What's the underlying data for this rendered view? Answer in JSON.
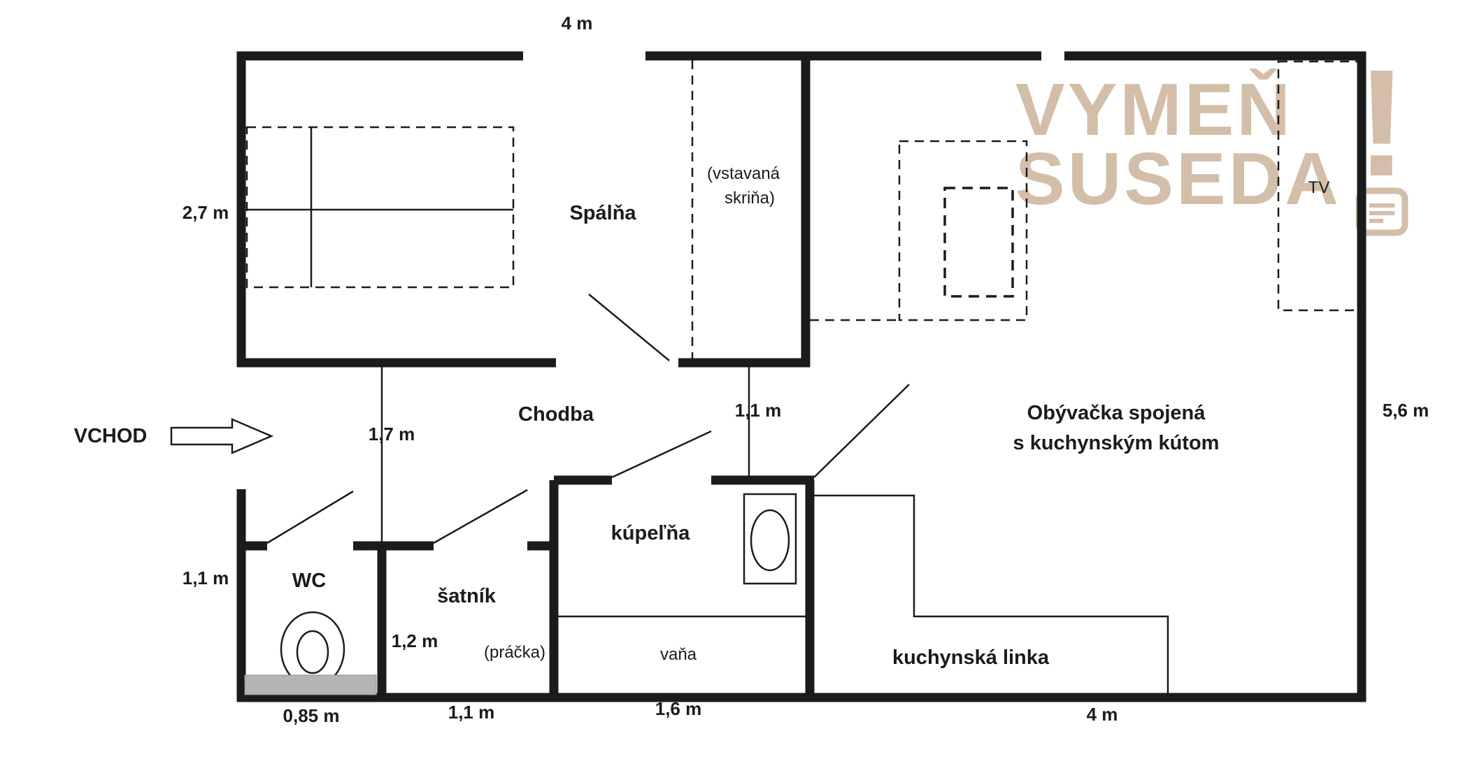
{
  "watermark": {
    "word1": "VYMEŇ",
    "word2": "SUSEDA",
    "bang": "!"
  },
  "labels": {
    "entrance": "VCHOD",
    "bedroom": "Spálňa",
    "hallway": "Chodba",
    "wc": "WC",
    "closet": "šatník",
    "bathroom": "kúpeľňa",
    "bathtub": "vaňa",
    "washer": "(práčka)",
    "wardrobe_line1": "(vstavaná",
    "wardrobe_line2": "skriňa)",
    "living_line1": "Obývačka spojená",
    "living_line2": "s kuchynským kútom",
    "kitchen": "kuchynská linka",
    "tv": "TV"
  },
  "dimensions": {
    "top_width": "4 m",
    "bedroom_depth": "2,7 m",
    "hallway": "1,7 m",
    "bath_entry": "1,1 m",
    "right_height": "5,6 m",
    "wc_height": "1,1 m",
    "closet_depth": "1,2 m",
    "wc_width": "0,85 m",
    "closet_width": "1,1 m",
    "bath_width": "1,6 m",
    "kitchen_width": "4 m"
  },
  "colors": {
    "wall": "#1b1b1b",
    "watermark": "#d2bca7",
    "window": "#b5b5b5",
    "text": "#1b1b1b"
  }
}
